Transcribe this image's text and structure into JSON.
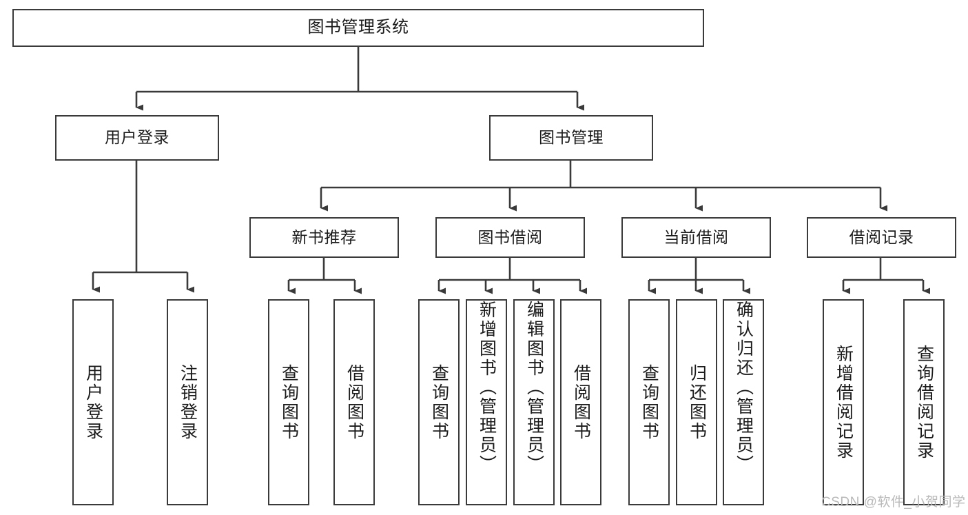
{
  "diagram": {
    "title": "图书管理系统",
    "stroke_color": "#3a3a3a",
    "fill_color": "#ffffff",
    "text_color": "#1b1b1b"
  },
  "nodes": {
    "root": {
      "label": "图书管理系统"
    },
    "level2": [
      {
        "label": "用户登录"
      },
      {
        "label": "图书管理"
      }
    ],
    "level3": [
      {
        "label": "新书推荐"
      },
      {
        "label": "图书借阅"
      },
      {
        "label": "当前借阅"
      },
      {
        "label": "借阅记录"
      }
    ],
    "leaves_user_login": [
      {
        "label": "用户登录"
      },
      {
        "label": "注销登录"
      }
    ],
    "leaves_new_book": [
      {
        "label": "查询图书"
      },
      {
        "label": "借阅图书"
      }
    ],
    "leaves_borrow": [
      {
        "label": "查询图书"
      },
      {
        "label": "新增图书（管理员）"
      },
      {
        "label": "编辑图书（管理员）"
      },
      {
        "label": "借阅图书"
      }
    ],
    "leaves_current": [
      {
        "label": "查询图书"
      },
      {
        "label": "归还图书"
      },
      {
        "label": "确认归还（管理员）"
      }
    ],
    "leaves_records": [
      {
        "label": "新增借阅记录"
      },
      {
        "label": "查询借阅记录"
      }
    ]
  },
  "watermark": {
    "text": "CSDN @软件_小贺同学"
  }
}
